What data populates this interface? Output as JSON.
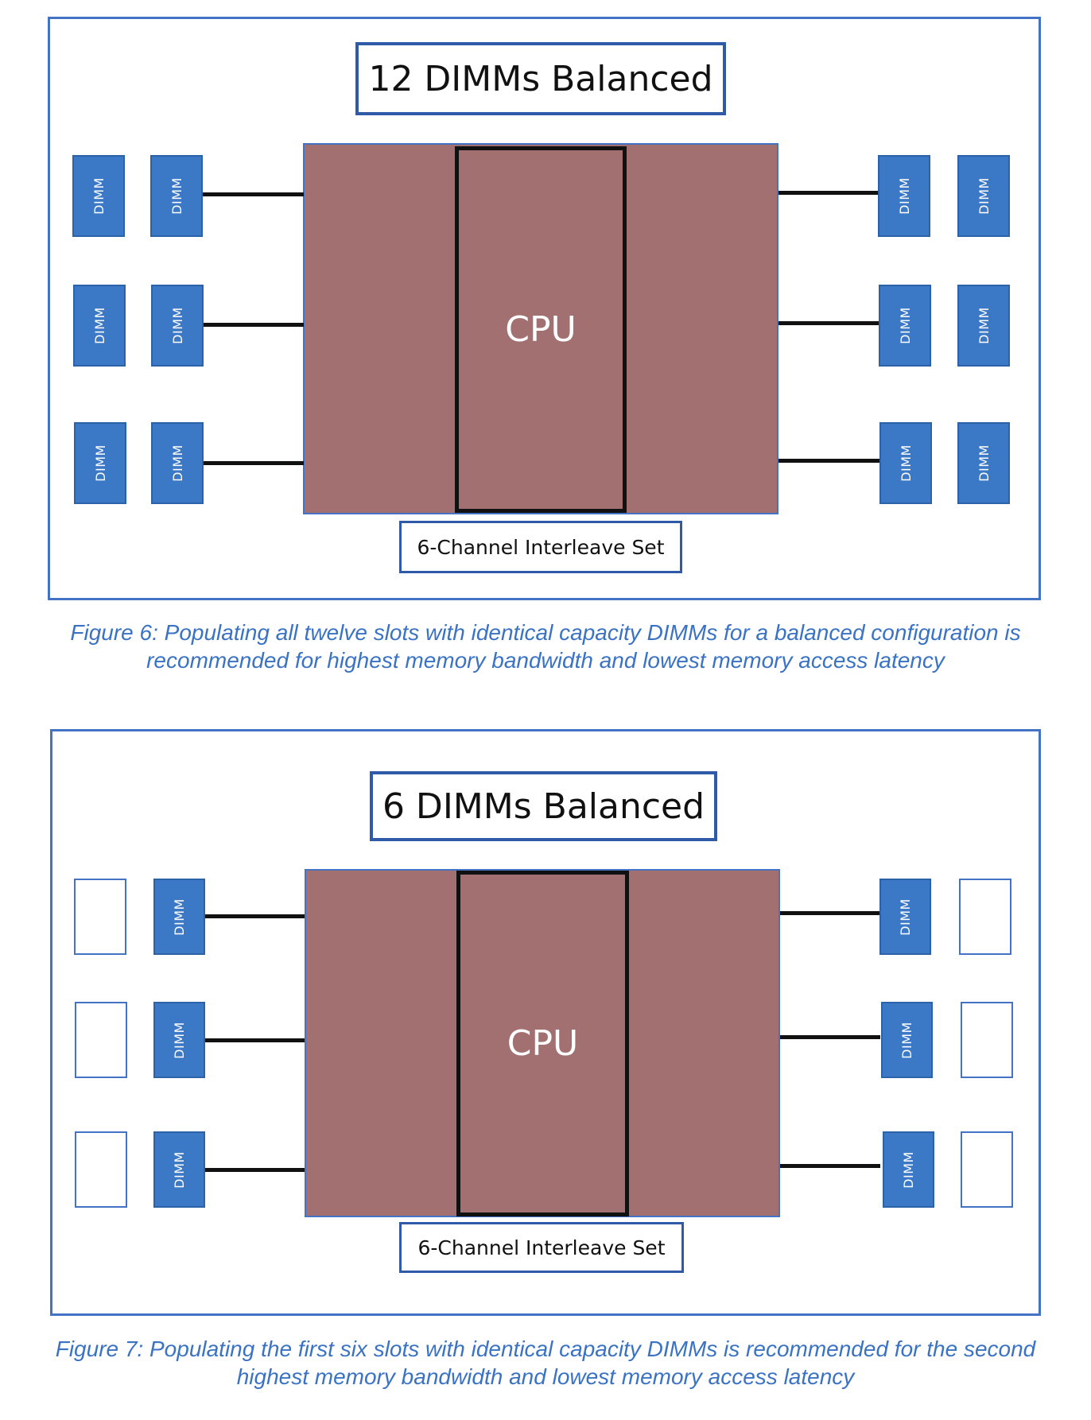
{
  "figure6": {
    "title": "12 DIMMs Balanced",
    "cpu_label": "CPU",
    "interleave_label": "6-Channel Interleave Set",
    "dimm_label": "DIMM",
    "caption_line1": "Figure 6: Populating all twelve slots with identical capacity DIMMs for a balanced configuration is",
    "caption_line2": "recommended for highest memory bandwidth and lowest memory access latency"
  },
  "figure7": {
    "title": "6 DIMMs Balanced",
    "cpu_label": "CPU",
    "interleave_label": "6-Channel Interleave Set",
    "dimm_label": "DIMM",
    "caption_line1": "Figure 7: Populating the first six slots with identical capacity DIMMs is recommended for the second",
    "caption_line2": "highest memory bandwidth and lowest memory access latency"
  },
  "colors": {
    "accent_blue": "#4472c4",
    "dimm_blue": "#3b78c6",
    "cpu_fill": "#a27070",
    "caption_blue": "#3a72c4"
  }
}
